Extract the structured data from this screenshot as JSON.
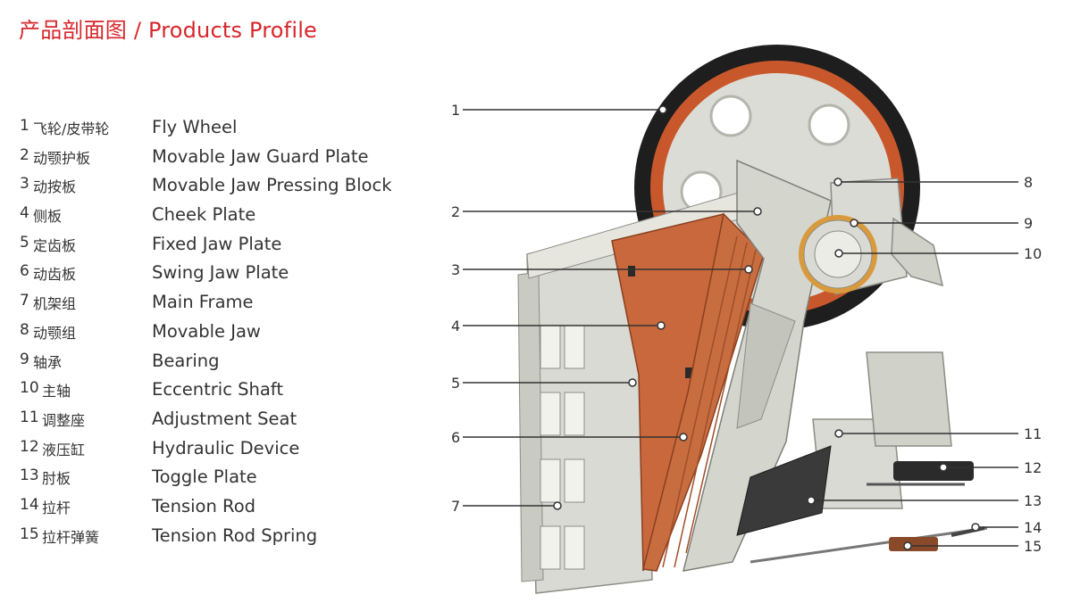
{
  "title": "产品剖面图 / Products Profile",
  "parts": [
    {
      "num": "1",
      "cn": "飞轮/皮带轮",
      "en": "Fly Wheel"
    },
    {
      "num": "2",
      "cn": "动颚护板",
      "en": "Movable Jaw Guard Plate"
    },
    {
      "num": "3",
      "cn": "动按板",
      "en": "Movable Jaw Pressing Block"
    },
    {
      "num": "4",
      "cn": "侧板",
      "en": "Cheek Plate"
    },
    {
      "num": "5",
      "cn": "定齿板",
      "en": "Fixed Jaw Plate"
    },
    {
      "num": "6",
      "cn": "动齿板",
      "en": "Swing Jaw Plate"
    },
    {
      "num": "7",
      "cn": "机架组",
      "en": "Main Frame"
    },
    {
      "num": "8",
      "cn": "动颚组",
      "en": "Movable Jaw"
    },
    {
      "num": "9",
      "cn": "轴承",
      "en": "Bearing"
    },
    {
      "num": "10",
      "cn": "主轴",
      "en": "Eccentric Shaft"
    },
    {
      "num": "11",
      "cn": "调整座",
      "en": "Adjustment Seat"
    },
    {
      "num": "12",
      "cn": "液压缸",
      "en": "Hydraulic Device"
    },
    {
      "num": "13",
      "cn": "肘板",
      "en": "Toggle Plate"
    },
    {
      "num": "14",
      "cn": "拉杆",
      "en": "Tension Rod"
    },
    {
      "num": "15",
      "cn": "拉杆弹簧",
      "en": "Tension Rod Spring"
    }
  ],
  "colors": {
    "title_red": "#d7262b",
    "wheel_rim_dark": "#1e1e1e",
    "wheel_rim_orange": "#c8582c",
    "jaw_plate_orange": "#c8683c",
    "frame_grey": "#d9dad3"
  }
}
